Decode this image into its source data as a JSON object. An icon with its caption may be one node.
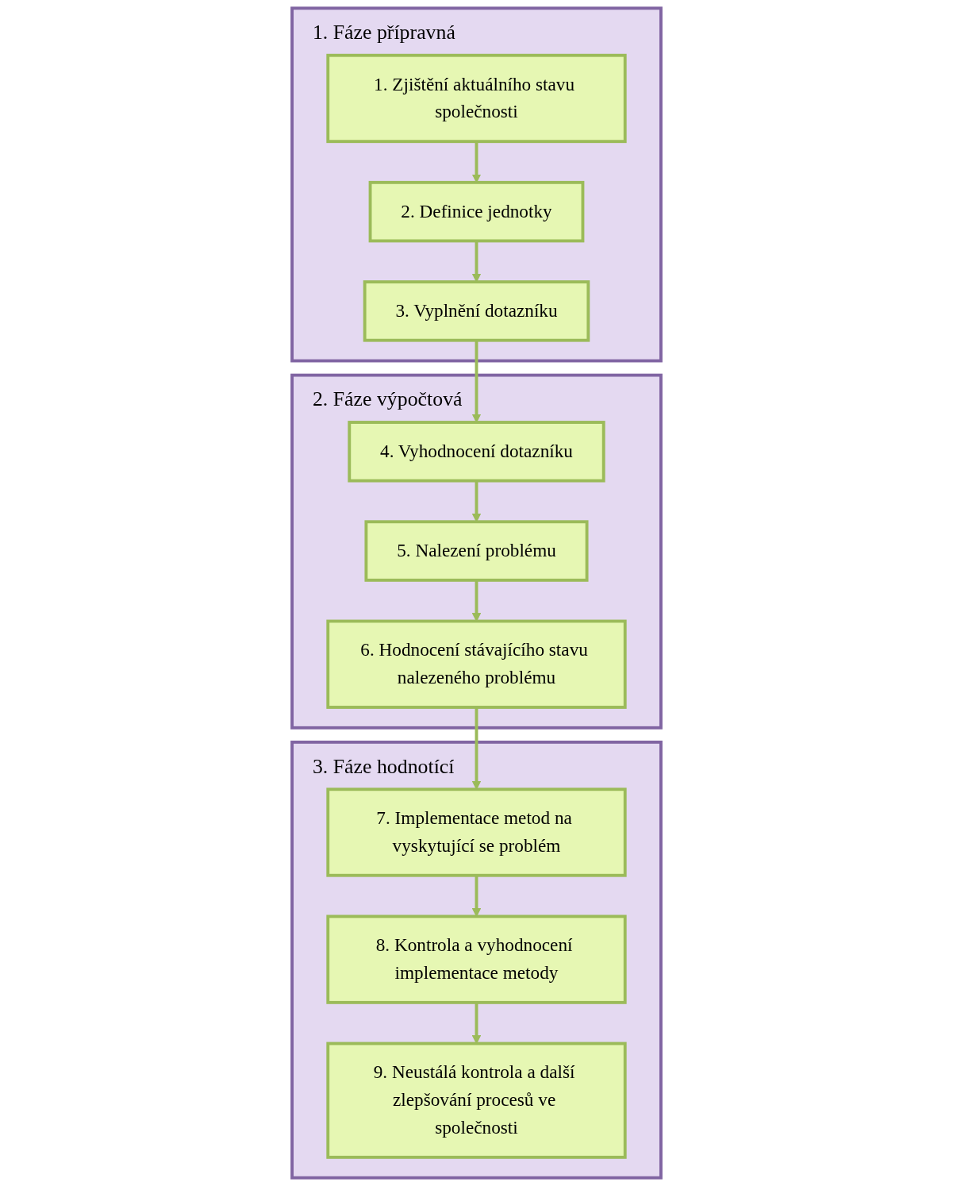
{
  "diagram": {
    "nodes": [
      {
        "text": [
          "1.  Fáze přípravná"
        ]
      },
      {
        "text": [
          "1. Zjištění aktuálního stavu společnosti"
        ],
        "in": 0
      },
      {
        "text": [
          "2. Definice jednotky"
        ],
        "in": 0
      },
      {
        "text": [
          "3. Vyplnění dotazníku"
        ],
        "in": 0
      },
      {
        "text": [
          "2. Fáze výpočtová"
        ]
      },
      {
        "text": [
          "4. Vyhodnocení dotazníku"
        ],
        "in": 4
      },
      {
        "text": [
          "5. Nalezení problému"
        ],
        "in": 4
      },
      {
        "text": [
          "6. Hodnocení stávajícího stavu nalezeného problému"
        ],
        "in": 4
      },
      {
        "text": [
          "3. Fáze hodnotící"
        ]
      },
      {
        "text": [
          "7. Implementace metod na vyskytující se problém"
        ],
        "in": 8
      },
      {
        "text": [
          "8. Kontrola a vyhodnocení implementace metody"
        ],
        "in": 8
      },
      {
        "text": [
          "9. Neustálá kontrola a další zlepšování procesů ve společnosti"
        ],
        "in": 8
      }
    ],
    "edges": [
      {
        "from": 1,
        "to": 2,
        "arrow": "to"
      },
      {
        "from": 2,
        "to": 3,
        "arrow": "to"
      },
      {
        "from": 3,
        "to": 5,
        "arrow": "to"
      },
      {
        "from": 5,
        "to": 6,
        "arrow": "to"
      },
      {
        "from": 6,
        "to": 7,
        "arrow": "to"
      },
      {
        "from": 7,
        "to": 9,
        "arrow": "to"
      },
      {
        "from": 9,
        "to": 10,
        "arrow": "to"
      },
      {
        "from": 10,
        "to": 11,
        "arrow": "to"
      }
    ]
  }
}
